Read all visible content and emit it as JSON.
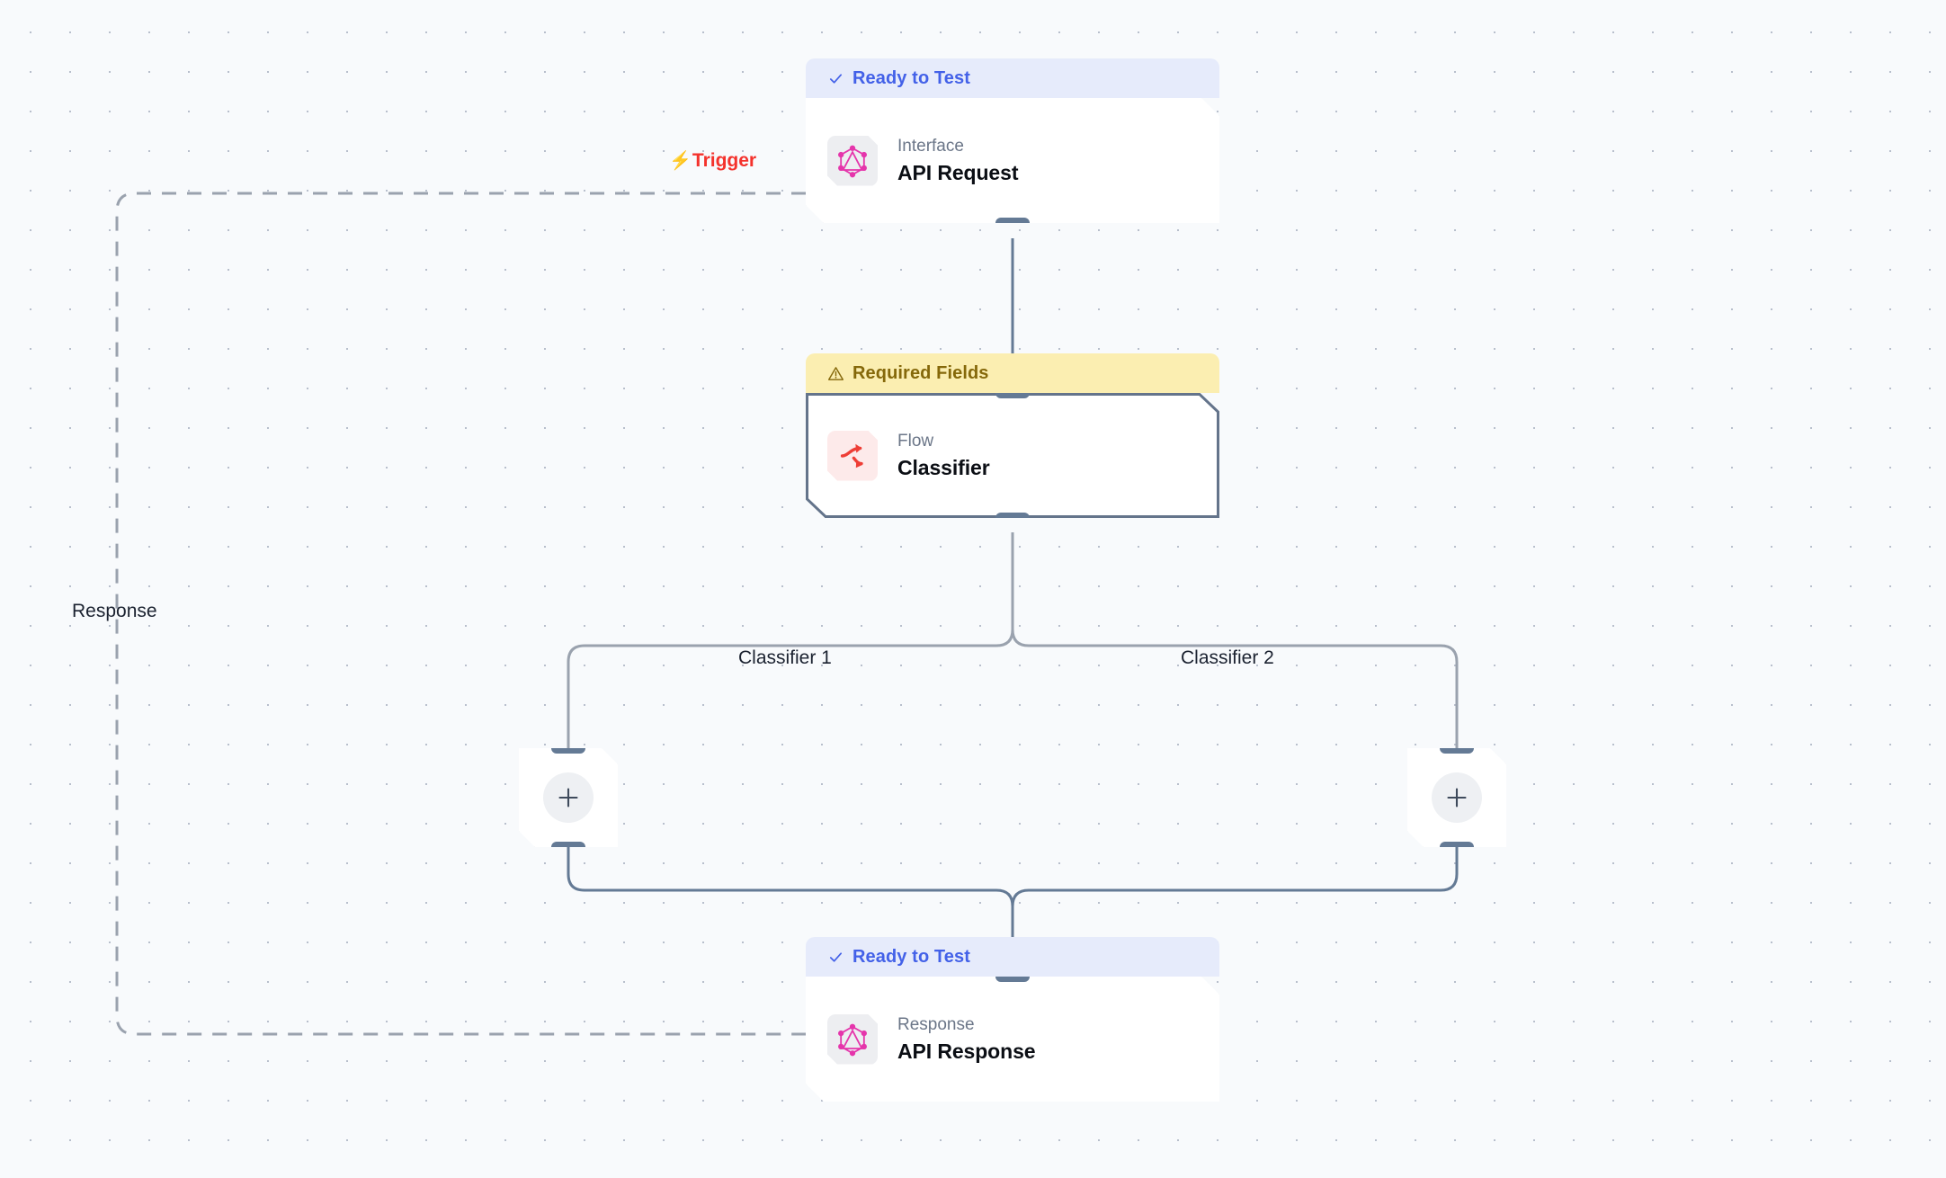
{
  "canvas": {
    "background_color": "#f8fafc",
    "dot_color": "#b8bfcc"
  },
  "colors": {
    "ready_bg": "#e6ebfb",
    "ready_text": "#4361e8",
    "warn_bg": "#fbeeb1",
    "warn_text": "#85680a",
    "graphql_pink": "#e535ab",
    "flow_red": "#ee3e36",
    "handle_slate": "#647a95",
    "merge_edge": "#647a95",
    "split_edge": "#9aa2ae",
    "trigger_red": "#f4322c",
    "selected_border": "#64748b"
  },
  "labels": {
    "trigger": "Trigger",
    "trigger_icon": "bolt-icon",
    "response": "Response",
    "branch_left": "Classifier 1",
    "branch_right": "Classifier 2"
  },
  "nodes": [
    {
      "id": "api-request",
      "status": "Ready to Test",
      "status_type": "ready",
      "status_icon": "check-icon",
      "kind": "Interface",
      "title": "API Request",
      "icon": "graphql-icon",
      "selected": false
    },
    {
      "id": "classifier",
      "status": "Required Fields",
      "status_type": "warn",
      "status_icon": "warning-triangle-icon",
      "kind": "Flow",
      "title": "Classifier",
      "icon": "flow-split-icon",
      "selected": true
    },
    {
      "id": "api-response",
      "status": "Ready to Test",
      "status_type": "ready",
      "status_icon": "check-icon",
      "kind": "Response",
      "title": "API Response",
      "icon": "graphql-icon",
      "selected": false
    }
  ],
  "add_nodes": [
    {
      "id": "add-branch-1",
      "icon": "plus-icon",
      "branch": "Classifier 1"
    },
    {
      "id": "add-branch-2",
      "icon": "plus-icon",
      "branch": "Classifier 2"
    }
  ]
}
